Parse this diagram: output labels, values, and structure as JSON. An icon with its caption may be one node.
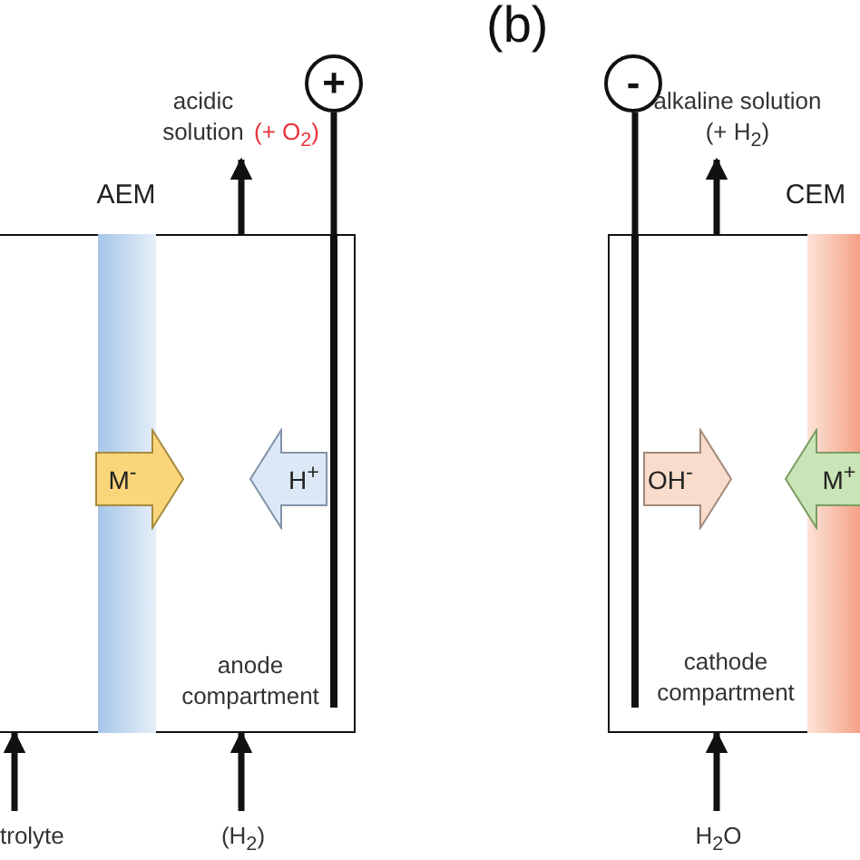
{
  "diagram": {
    "nodes": [
      {
        "text": [
          "anode compartment"
        ]
      },
      {
        "text": [
          "AEM"
        ],
        "in": 0
      },
      {
        "text": [
          "M$^{-}$"
        ],
        "in": 0
      },
      {
        "text": [
          "H$^{+}$"
        ],
        "in": 0
      },
      {
        "text": [],
        "shape": "bar",
        "in": 0
      },
      {
        "text": [
          "+"
        ]
      },
      {
        "text": [
          "acidic solution",
          "(+ O$_{2}$)"
        ]
      },
      {
        "text": [
          "trolyte"
        ]
      },
      {
        "text": [
          "(H$_{2}$)"
        ]
      },
      {
        "text": [
          "cathode compartment"
        ]
      },
      {
        "text": [
          "CEM"
        ],
        "in": 9
      },
      {
        "text": [
          "OH$^{-}$"
        ],
        "in": 9
      },
      {
        "text": [
          "M$^{+}$"
        ],
        "in": 9
      },
      {
        "text": [],
        "shape": "bar",
        "in": 9
      },
      {
        "text": [
          "-"
        ]
      },
      {
        "text": [
          "alkaline solution (+ H$_{2}$)"
        ]
      },
      {
        "text": [
          "H$_{2}$O"
        ]
      }
    ],
    "edges": [
      {
        "from": 0,
        "to": 6,
        "arrow": "to"
      },
      {
        "from": 7,
        "to": 0,
        "arrow": "to"
      },
      {
        "from": 8,
        "to": 0,
        "arrow": "to"
      },
      {
        "from": 5,
        "to": 4,
        "arrow": "none"
      },
      {
        "from": 9,
        "to": 15,
        "arrow": "to"
      },
      {
        "from": 16,
        "to": 9,
        "arrow": "to"
      },
      {
        "from": 14,
        "to": 13,
        "arrow": "none"
      }
    ],
    "labels": [
      "(b)"
    ]
  }
}
